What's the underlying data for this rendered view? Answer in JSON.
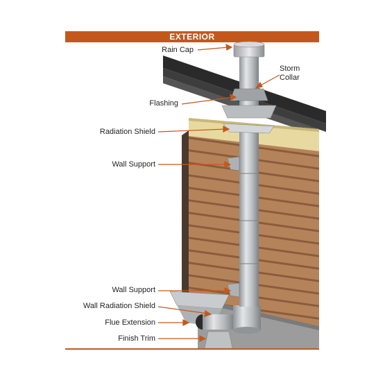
{
  "header": {
    "title": "EXTERIOR"
  },
  "labels": {
    "rain_cap": "Rain Cap",
    "storm_collar_1": "Storm",
    "storm_collar_2": "Collar",
    "flashing": "Flashing",
    "radiation_shield": "Radiation Shield",
    "wall_support_top": "Wall Support",
    "wall_support_bottom": "Wall Support",
    "wall_radiation_shield": "Wall Radiation Shield",
    "flue_extension": "Flue Extension",
    "finish_trim": "Finish Trim"
  },
  "colors": {
    "accent": "#c4581c",
    "siding": "#b5835a",
    "siding_dark": "#8a5c3b",
    "roof": "#2a2a2a",
    "insulation": "#e8d9a0",
    "pipe": "#b9bdc0",
    "foundation": "#9c9c9c"
  }
}
